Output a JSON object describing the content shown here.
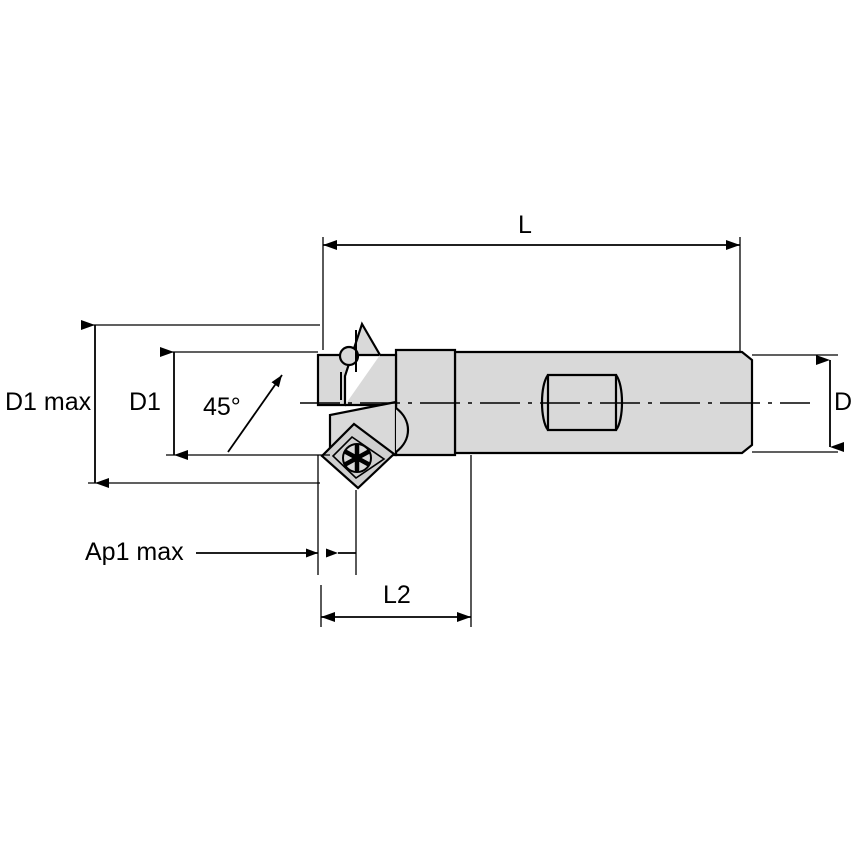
{
  "diagram": {
    "title": "Indexable end mill / chamfer mill technical drawing",
    "type": "engineering-dimension-drawing",
    "colors": {
      "line": "#000000",
      "body_fill": "#d9d9d9",
      "body_fill_light": "#e8e8e8",
      "insert_fill": "#cfcfcf",
      "background": "#ffffff"
    },
    "labels": {
      "overall_length": "L",
      "max_diameter": "D1 max",
      "cutting_diameter": "D1",
      "angle": "45°",
      "shank_diameter": "D",
      "max_depth_of_cut": "Ap1 max",
      "length_two": "L2"
    }
  }
}
